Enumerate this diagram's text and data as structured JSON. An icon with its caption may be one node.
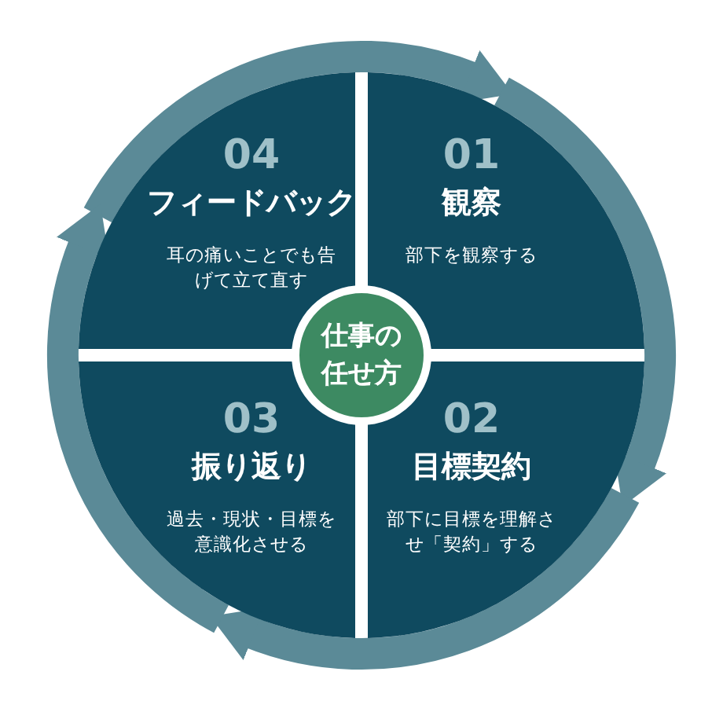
{
  "diagram": {
    "nodes": [
      {
        "text": [
          "04",
          "フィードバック",
          "耳の痛いことでも告げて立て直す"
        ]
      },
      {
        "text": [
          "01",
          "観察",
          "部下を観察する"
        ]
      },
      {
        "text": [
          "仕事の任せ方"
        ]
      },
      {
        "text": [
          "03",
          "振り返り",
          "過去・現状・目標を意識化させる"
        ]
      },
      {
        "text": [
          "02",
          "目標契約",
          "部下に目標を理解させ「契約」する"
        ]
      }
    ],
    "edges": [
      {
        "from": 0,
        "to": 1,
        "arrow": "to"
      },
      {
        "from": 1,
        "to": 4,
        "arrow": "to"
      },
      {
        "from": 4,
        "to": 3,
        "arrow": "to"
      },
      {
        "from": 3,
        "to": 0,
        "arrow": "to"
      }
    ]
  }
}
